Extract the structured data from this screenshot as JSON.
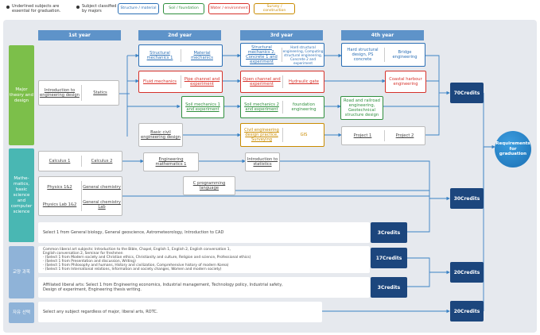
{
  "legend": {
    "underlined": "Underlined subjects are essential for graduation.",
    "classified": "Subject classified by majors",
    "categories": [
      {
        "label": "Structure / material",
        "color": "#2b6fb5"
      },
      {
        "label": "Soil / foundation",
        "color": "#2f8f3d"
      },
      {
        "label": "Water / environment",
        "color": "#d6312a"
      },
      {
        "label": "Survey / construction",
        "color": "#c98b00"
      }
    ]
  },
  "years": [
    "1st year",
    "2nd year",
    "3rd year",
    "4th year"
  ],
  "rows": {
    "major": "Major theory and design",
    "math": "Mathe-matics, basic science and computer science",
    "liberal": "교양 과목",
    "elective": "자유 선택"
  },
  "subjects": {
    "intro_eng_design": "Introduction to engineering design",
    "statics": "Statics",
    "struct_mech1": "Structural mechanics 1",
    "material_mech": "Material mechanics",
    "struct_mech23": "Structural mechanics 2, Concrete 1 and experiment",
    "hard_struct_list": "Hard structural engineering, Computing structural engineering, Concrete 2 and experiment",
    "hard_struct_design": "Hard structural design, PS concrete",
    "bridge_eng": "Bridge engineering",
    "fluid_mech": "Fluid mechanics",
    "pipe_channel": "Pipe channel and experiment",
    "open_channel": "Open channel and experiment",
    "hydraulic_gate": "Hydraulic gate",
    "coastal_harbour": "Coastal harbour engineering",
    "soil_mech1": "Soil mechanics 1 and experiment",
    "soil_mech2": "Soil mechanics 2 and experiment",
    "foundation_eng": "foundation engineering",
    "road_railroad": "Road and railroad engineering, Geotechnical structure design",
    "basic_civil": "Basic civil engineering design",
    "civil_design_practice": "Civil engineering design practice, Surveying",
    "gis": "GIS",
    "project1": "Project 1",
    "project2": "Project 2",
    "calculus1": "Calculus 1",
    "calculus2": "Calculus 2",
    "eng_math1": "Engineering mathematics 1",
    "intro_stats": "Introduction to statistics",
    "physics": "Physics 1&2",
    "gen_chem": "General chemistry",
    "physics_lab": "Physics Lab 1&2",
    "gen_chem_lab": "General chemistry Lab",
    "c_prog": "C programming language"
  },
  "select_general": "Select 1 from General biology, General geoscience, Astrometeorology, Introduction to CAD",
  "common_liberal": [
    "Common liberal art subjects: Introduction to the Bible, Chapel, English 1, English 2, English conversation 1,",
    "English conversation 2, Seminar for freshmen",
    "· (Select 1 from Modern society and Christian ethics, Christianity and culture, Religion and science, Professional ethics)",
    "· (Select 1 from Presentation and discussion, Writing)",
    "· (Select 1 from Philosophy and humans, History and civilization, Comprehensive history of modern Korea)",
    "· (Select 1 from International relations, Information and society changes, Women and modern society)"
  ],
  "affiliated": [
    "Affiliated liberal arts: Select 1 from Engineering economics, Industrial management, Technology policy, Industrial safety,",
    "Design of experiment, Engineering thesis writing."
  ],
  "elective_text": "Select any subject regardless of major, liberal arts, ROTC.",
  "credits": {
    "c70": "70Credits",
    "c30": "30Credits",
    "c3a": "3Credits",
    "c17": "17Credits",
    "c20a": "20Credits",
    "c3b": "3Credits",
    "c20b": "20Credits"
  },
  "requirements": "Requirements for graduation"
}
